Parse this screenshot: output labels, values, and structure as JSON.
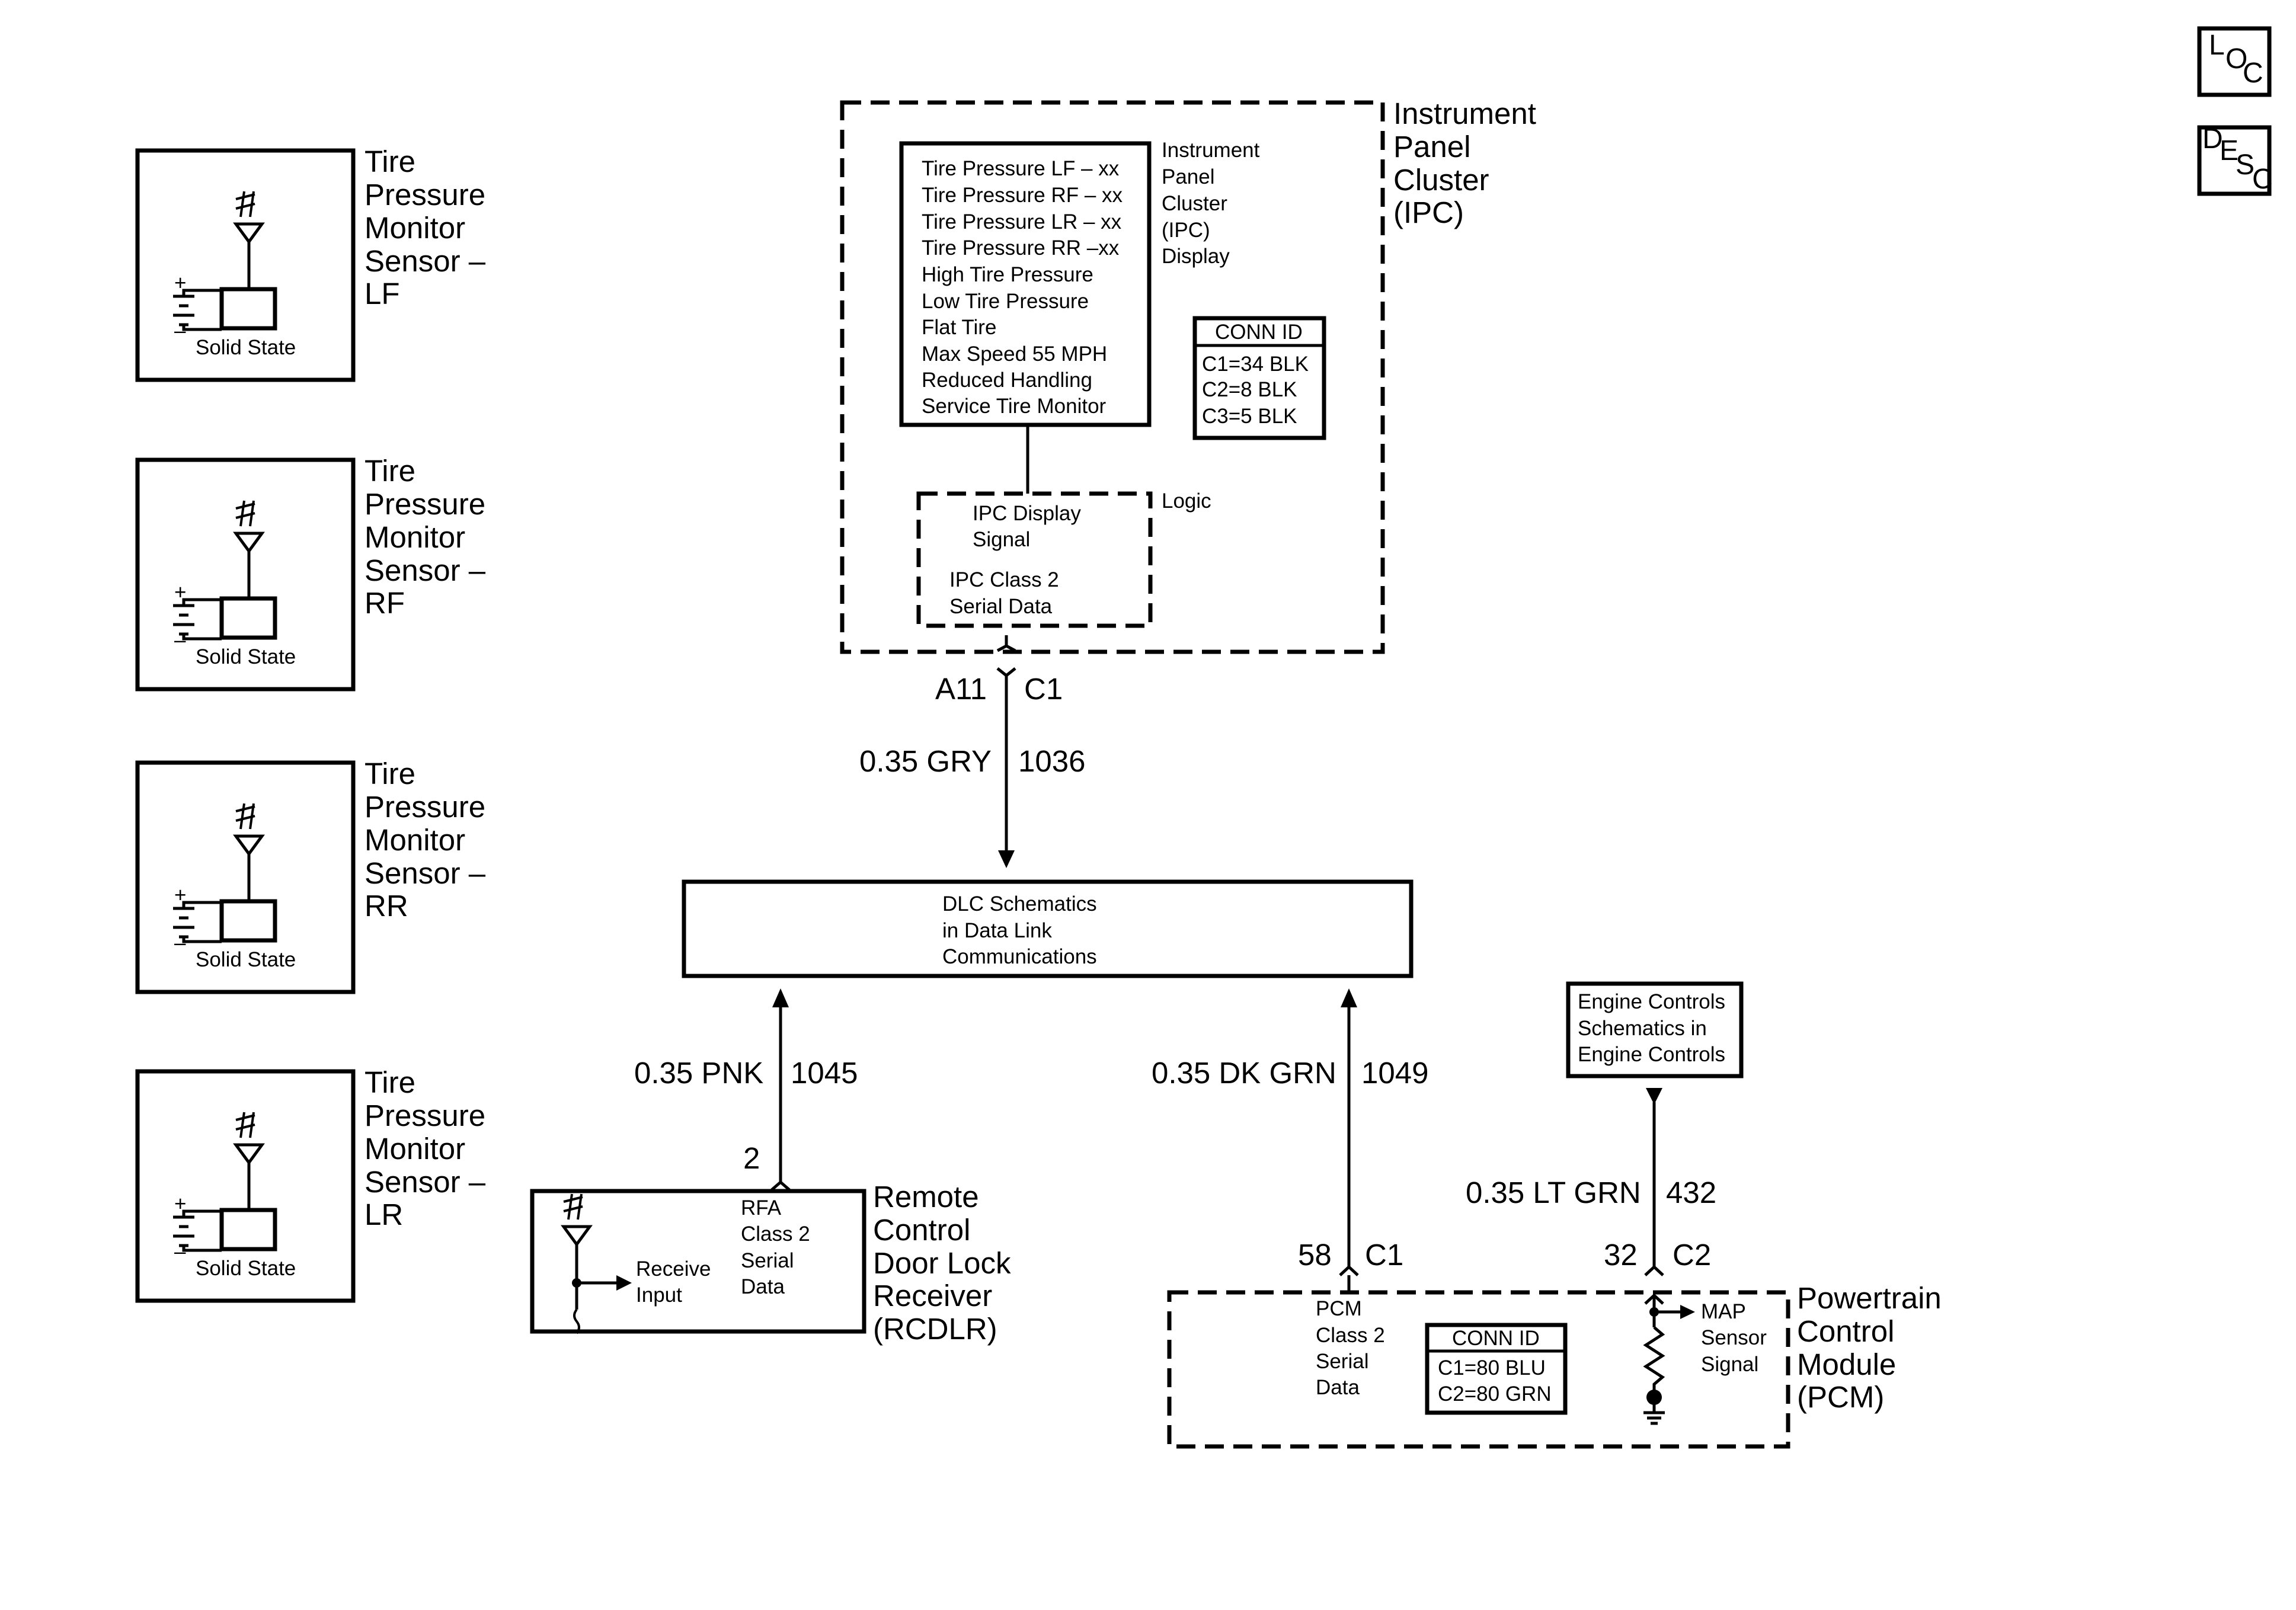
{
  "nav": {
    "loc": [
      "L",
      "O",
      "C"
    ],
    "desc": [
      "D",
      "E",
      "S",
      "C"
    ]
  },
  "sensors": [
    {
      "title": [
        "Tire",
        "Pressure",
        "Monitor",
        "Sensor –",
        "LF"
      ],
      "label": "Solid State",
      "plus": "+",
      "minus": "–"
    },
    {
      "title": [
        "Tire",
        "Pressure",
        "Monitor",
        "Sensor –",
        "RF"
      ],
      "label": "Solid State",
      "plus": "+",
      "minus": "–"
    },
    {
      "title": [
        "Tire",
        "Pressure",
        "Monitor",
        "Sensor –",
        "RR"
      ],
      "label": "Solid State",
      "plus": "+",
      "minus": "–"
    },
    {
      "title": [
        "Tire",
        "Pressure",
        "Monitor",
        "Sensor –",
        "LR"
      ],
      "label": "Solid State",
      "plus": "+",
      "minus": "–"
    }
  ],
  "ipc": {
    "title": [
      "Instrument",
      "Panel",
      "Cluster",
      "(IPC)"
    ],
    "display_lines": [
      "Tire Pressure LF – xx",
      "Tire Pressure RF – xx",
      "Tire Pressure LR – xx",
      "Tire Pressure RR –xx",
      "High Tire Pressure",
      "Low Tire Pressure",
      "Flat Tire",
      "Max Speed 55 MPH",
      "Reduced Handling",
      "Service Tire Monitor"
    ],
    "display_label": [
      "Instrument",
      "Panel",
      "Cluster",
      "(IPC)",
      "Display"
    ],
    "conn_title": "CONN ID",
    "conn": [
      "C1=34 BLK",
      "C2=8 BLK",
      "C3=5 BLK"
    ],
    "logic_label": "Logic",
    "logic_lines": [
      "IPC Display",
      "Signal",
      "IPC Class 2",
      "Serial Data"
    ],
    "pin": "A11",
    "connector": "C1"
  },
  "wires": {
    "ipc_dlc": {
      "size_color": "0.35 GRY",
      "circuit": "1036"
    },
    "rcdlr_dlc": {
      "size_color": "0.35 PNK",
      "circuit": "1045",
      "pin": "2"
    },
    "pcm_dlc": {
      "size_color": "0.35 DK GRN",
      "circuit": "1049",
      "pin": "58",
      "connector": "C1"
    },
    "pcm_map": {
      "size_color": "0.35 LT GRN",
      "circuit": "432",
      "pin": "32",
      "connector": "C2"
    }
  },
  "dlc": {
    "lines": [
      "DLC Schematics",
      "in Data Link",
      "Communications"
    ]
  },
  "engine": {
    "lines": [
      "Engine Controls",
      "Schematics in",
      "Engine Controls"
    ]
  },
  "rcdlr": {
    "title": [
      "Remote",
      "Control",
      "Door Lock",
      "Receiver",
      "(RCDLR)"
    ],
    "receive": [
      "Receive",
      "Input"
    ],
    "rfa": [
      "RFA",
      "Class 2",
      "Serial",
      "Data"
    ]
  },
  "pcm": {
    "title": [
      "Powertrain",
      "Control",
      "Module",
      "(PCM)"
    ],
    "data": [
      "PCM",
      "Class 2",
      "Serial",
      "Data"
    ],
    "conn_title": "CONN ID",
    "conn": [
      "C1=80 BLU",
      "C2=80 GRN"
    ],
    "map": [
      "MAP",
      "Sensor",
      "Signal"
    ]
  }
}
